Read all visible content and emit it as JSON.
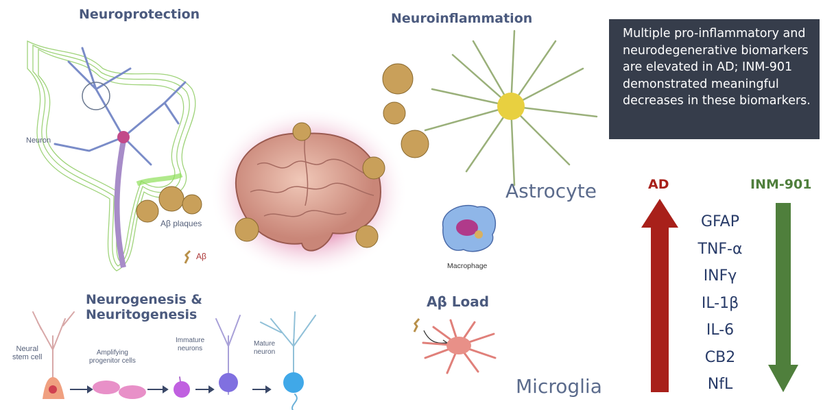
{
  "sections": {
    "neuroprotection": "Neuroprotection",
    "neuroinflammation": "Neuroinflammation",
    "neurogenesis_line1": "Neurogenesis &",
    "neurogenesis_line2": "Neuritogenesis",
    "ab_load": "Aβ Load"
  },
  "labels": {
    "neuron": "Neuron",
    "ab_plaques": "Aβ plaques",
    "ab": "Aβ",
    "astrocyte": "Astrocyte",
    "macrophage": "Macrophage",
    "microglia": "Microglia",
    "neural_stem_cell": [
      "Neural",
      "stem cell"
    ],
    "amplifying": [
      "Amplifying",
      "progenitor cells"
    ],
    "immature": [
      "Immature",
      "neurons"
    ],
    "mature": [
      "Mature",
      "neuron"
    ]
  },
  "info_box": "Multiple pro-inflammatory and neurodegenerative biomarkers are elevated in AD; INM-901 demonstrated meaningful decreases in these biomarkers.",
  "arrows": {
    "ad_label": "AD",
    "ad_direction": "up",
    "ad_color": "#a8201a",
    "inm_label": "INM-901",
    "inm_direction": "down",
    "inm_color": "#4f7f3c"
  },
  "biomarkers": [
    "GFAP",
    "TNF-α",
    "INFγ",
    "IL-1β",
    "IL-6",
    "CB2",
    "NfL"
  ]
}
